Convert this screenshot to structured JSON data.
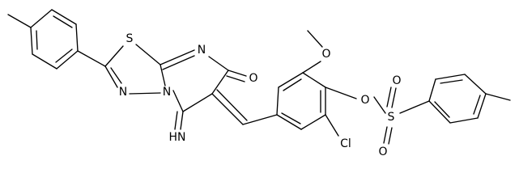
{
  "atom_labels": {
    "thiadiazole_s": "S",
    "thiadiazole_n": "N",
    "ring_n": "N",
    "pyrimidine_n": "N",
    "carbonyl_o": "O",
    "imine": "HN",
    "methoxy_o": "O",
    "ester_o": "O",
    "sulfonyl_s": "S",
    "sulfonyl_o_top": "O",
    "sulfonyl_o_bottom": "O",
    "chloro": "Cl"
  }
}
